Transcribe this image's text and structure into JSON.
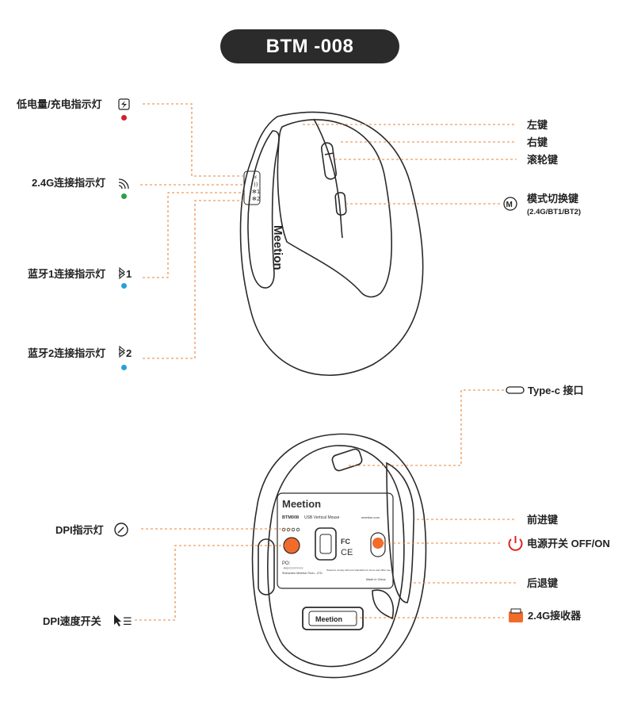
{
  "title": "BTM -008",
  "colors": {
    "leader": "#e8833a",
    "indicator_red": "#d32030",
    "indicator_green": "#2e9e46",
    "indicator_blue": "#2a9fd8",
    "accent_orange": "#f26b2a",
    "power_red": "#e12020",
    "outline": "#2a2a2a"
  },
  "top_view": {
    "left_labels": {
      "low_battery": "低电量/充电指示灯",
      "wireless_24g": "2.4G连接指示灯",
      "bt1": "蓝牙1连接指示灯",
      "bt1_num": "1",
      "bt2": "蓝牙2连接指示灯",
      "bt2_num": "2"
    },
    "right_labels": {
      "left_key": "左键",
      "right_key": "右键",
      "wheel": "滚轮键",
      "mode_key": "模式切换键",
      "mode_sub": "(2.4G/BT1/BT2)",
      "mode_glyph": "M"
    },
    "brand": "Meetion",
    "led_marks": [
      "⚡",
      "))",
      "✻1",
      "✻2"
    ]
  },
  "bottom_view": {
    "left_labels": {
      "dpi_indicator": "DPI指示灯",
      "dpi_switch": "DPI速度开关",
      "dpi_switch_glyph": "☰"
    },
    "right_labels": {
      "typec": "Type-c 接口",
      "forward": "前进键",
      "power": "电源开关 OFF/ON",
      "back": "后退键",
      "receiver": "2.4G接收器"
    },
    "plate": {
      "brand": "Meetion",
      "model": "BTM008",
      "product": "USB Vertical Mouse",
      "site": "meetion.com",
      "po": "PO:",
      "po_num": "PO?????????",
      "maker": "Shenzhen Meetion Tech., LTD",
      "origin": "Made in China",
      "ce": "CE",
      "fc": "FC",
      "note": "Tested to comply with part standards for home and office use"
    },
    "receiver_brand": "Meetion"
  }
}
